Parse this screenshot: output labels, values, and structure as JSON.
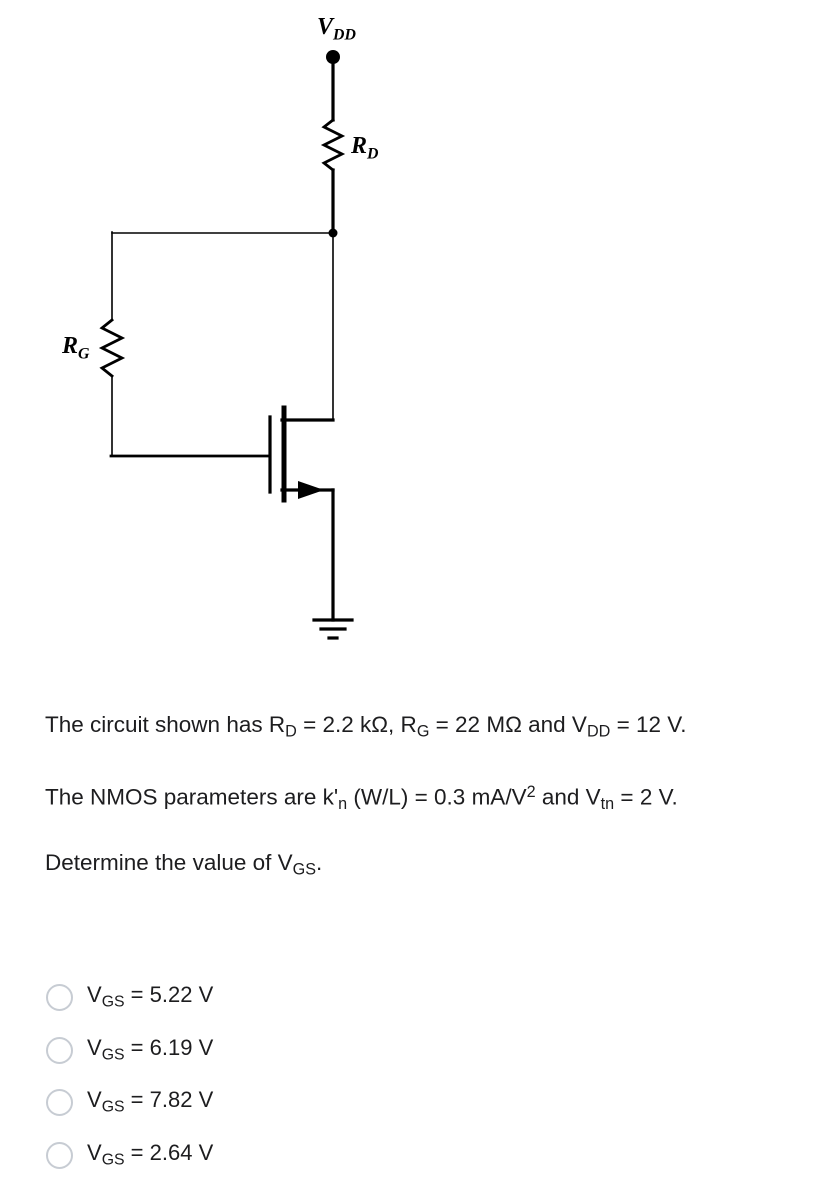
{
  "circuit": {
    "vdd": {
      "base": "V",
      "sub": "DD"
    },
    "rd": {
      "base": "R",
      "sub": "D"
    },
    "rg": {
      "base": "R",
      "sub": "G"
    }
  },
  "question": {
    "line1": {
      "t0": "The circuit shown has R",
      "s0": "D",
      "t1": " = 2.2 kΩ, R",
      "s1": "G",
      "t2": " = 22 MΩ and V",
      "s2": "DD",
      "t3": " = 12 V."
    },
    "line2": {
      "t0": "The NMOS parameters are k'",
      "s0": "n",
      "t1": " (W/L) = 0.3 mA/V",
      "p0": "2",
      "t2": " and V",
      "s1": "tn",
      "t3": " = 2 V."
    },
    "line3": {
      "t0": "Determine the value of V",
      "s0": "GS",
      "t1": "."
    }
  },
  "options": [
    {
      "t0": "V",
      "s0": "GS",
      "t1": " = 5.22 V"
    },
    {
      "t0": "V",
      "s0": "GS",
      "t1": " = 6.19 V"
    },
    {
      "t0": "V",
      "s0": "GS",
      "t1": " = 7.82 V"
    },
    {
      "t0": "V",
      "s0": "GS",
      "t1": " = 2.64 V"
    }
  ]
}
